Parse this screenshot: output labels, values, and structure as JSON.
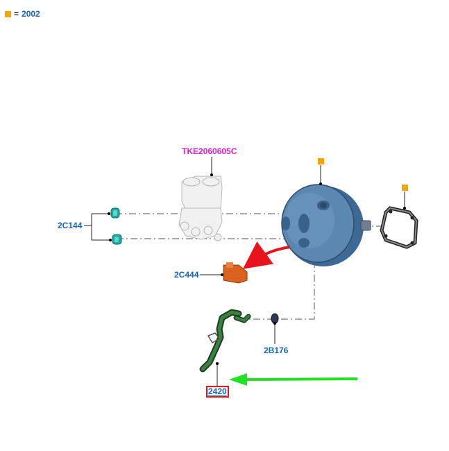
{
  "legend": {
    "equals": "=",
    "code": "2002",
    "marker_color": "#f5a400"
  },
  "callouts": {
    "tke": "TKE2060605C",
    "c2c144": "2C144",
    "c2c444": "2C444",
    "c2b176": "2B176",
    "c2420": "2420"
  },
  "colors": {
    "part_link": "#1565c0",
    "tke_link": "#e020d0",
    "highlight_box": "#e8131b",
    "red_arrow": "#e8131b",
    "green_arrow": "#22e022",
    "marker": "#f5a400",
    "booster": "#4d79a3",
    "hose": "#2f6b34",
    "grommet": "#1fa6a0",
    "valve": "#d9631e"
  }
}
